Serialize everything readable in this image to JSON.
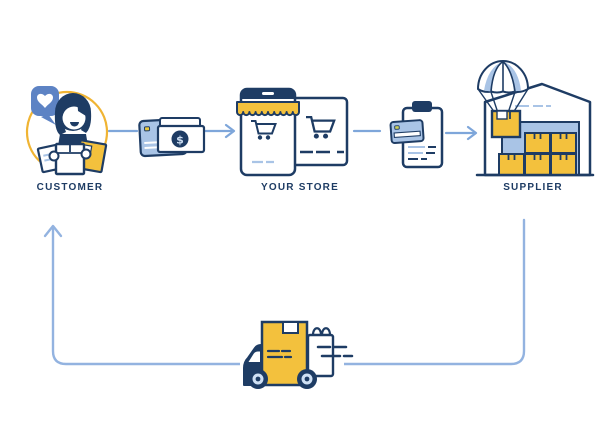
{
  "diagram": {
    "type": "flow",
    "nodes": [
      {
        "id": "customer",
        "label": "CUSTOMER",
        "icon": "customer-with-packages-icon"
      },
      {
        "id": "your_store",
        "label": "YOUR STORE",
        "icon": "storefront-phone-browser-icon"
      },
      {
        "id": "supplier",
        "label": "SUPPLIER",
        "icon": "warehouse-parachute-icon"
      }
    ],
    "connectors": [
      {
        "from": "customer",
        "to": "your_store",
        "icon": "payment-card-money-icon"
      },
      {
        "from": "your_store",
        "to": "supplier",
        "icon": "order-clipboard-icon"
      },
      {
        "from": "supplier",
        "to": "customer",
        "icon": "delivery-truck-icon",
        "style": "return-loop"
      }
    ],
    "colors": {
      "navy": "#1e3c64",
      "yellow": "#f3c13d",
      "light_blue": "#a9c4e6",
      "pale_blue": "#cfe0f4",
      "bubble_blue": "#5d83c4",
      "circle_yellow": "#f0b433",
      "loop_blue": "#93b3e0",
      "connector_blue": "#7ea6da"
    }
  }
}
